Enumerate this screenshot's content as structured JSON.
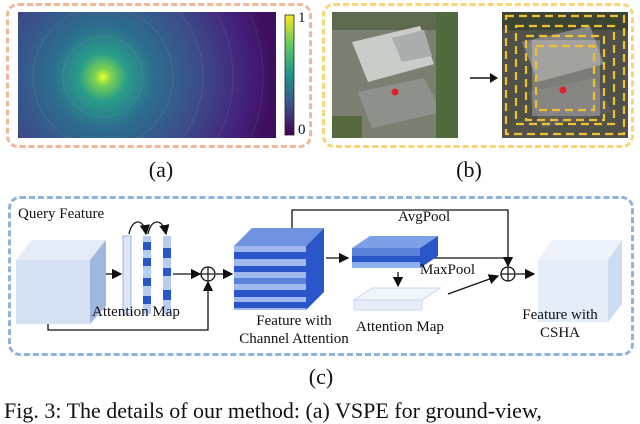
{
  "panels": {
    "a": {
      "label": "(a)",
      "colorbar_top": "1",
      "colorbar_bottom": "0"
    },
    "b": {
      "label": "(b)"
    },
    "c": {
      "label": "(c)"
    }
  },
  "diagram_c": {
    "query_feature": "Query Feature",
    "attention_map_1": "Attention Map",
    "feature_channel_line1": "Feature with",
    "feature_channel_line2": "Channel Attention",
    "avgpool": "AvgPool",
    "maxpool": "MaxPool",
    "attention_map_2": "Attention Map",
    "feature_csha_line1": "Feature with",
    "feature_csha_line2": "CSHA"
  },
  "caption": "Fig. 3: The details of our method: (a) VSPE for ground-view,",
  "colors": {
    "panel_a_border": "#f0b89a",
    "panel_b_border": "#f5d77a",
    "panel_c_border": "#8fb3d9",
    "feature_blue": "#2a56c9",
    "dot_red": "#e0202a"
  }
}
